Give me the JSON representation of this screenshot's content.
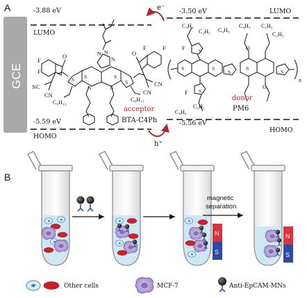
{
  "panel_a": {
    "label": "A",
    "electrode": "GCE",
    "left_levels": {
      "lumo_value": "-3.88 eV",
      "lumo_label": "LUMO",
      "homo_value": "-5.59 eV",
      "homo_label": "HOMO"
    },
    "right_levels": {
      "lumo_value": "-3.50 eV",
      "lumo_label": "LUMO",
      "homo_value": "-5.56 eV",
      "homo_label": "HOMO"
    },
    "electron_label": "e⁻",
    "hole_label": "h⁺",
    "acceptor": {
      "role": "acceptor",
      "name": "BTA-C4Ph",
      "atoms": {
        "f1": "F",
        "f2": "F",
        "f3": "F",
        "f4": "F",
        "nc": "NC",
        "cn1": "CN",
        "cn2": "CN",
        "cn3": "CN",
        "o1": "O",
        "o2": "O",
        "s1": "S",
        "s2": "S",
        "s3": "S",
        "s4": "S",
        "n1": "N",
        "n2": "N",
        "n3": "N",
        "n4": "N",
        "n5": "N",
        "c6h13_left": "C₆H₁₃",
        "c6h13_right": "C₆H₁₃"
      }
    },
    "donor": {
      "role": "donor",
      "name": "PM6",
      "subscript_n": "n",
      "atoms": {
        "c4h9_a": "C₄H₉",
        "c2h5_a": "C₂H₅",
        "c4h9_b": "C₄H₉",
        "c2h5_b": "C₂H₅",
        "c4h9_c": "C₄H₉",
        "c2h5_c": "C₂H₅",
        "c4h9_d": "C₄H₉",
        "c2h5_d": "C₂H₅",
        "f1": "F",
        "f2": "F",
        "o1": "O",
        "o2": "O",
        "s1": "S",
        "s2": "S",
        "s3": "S",
        "s4": "S",
        "s5": "S",
        "s6": "S",
        "s7": "S"
      }
    }
  },
  "panel_b": {
    "label": "B",
    "step_label_line1": "magnetic",
    "step_label_line2": "separation",
    "magnet_n": "N",
    "magnet_s": "S",
    "legend": {
      "other_cells": "Other cells",
      "mcf7": "MCF-7",
      "anti_epcam": "Anti-EpCAM-MNs"
    }
  },
  "colors": {
    "electrode": "#a9a9a9",
    "red_cell": "#cf1f2a",
    "blue_cell": "#9fd1ea",
    "mcf7_cell": "#b9a3d8",
    "liquid": "#cfe6f3",
    "magnet_red": "#d8343b",
    "magnet_blue": "#2c4aa0",
    "arrow_red": "#b3242a",
    "annotation_red": "#c81e1e"
  }
}
